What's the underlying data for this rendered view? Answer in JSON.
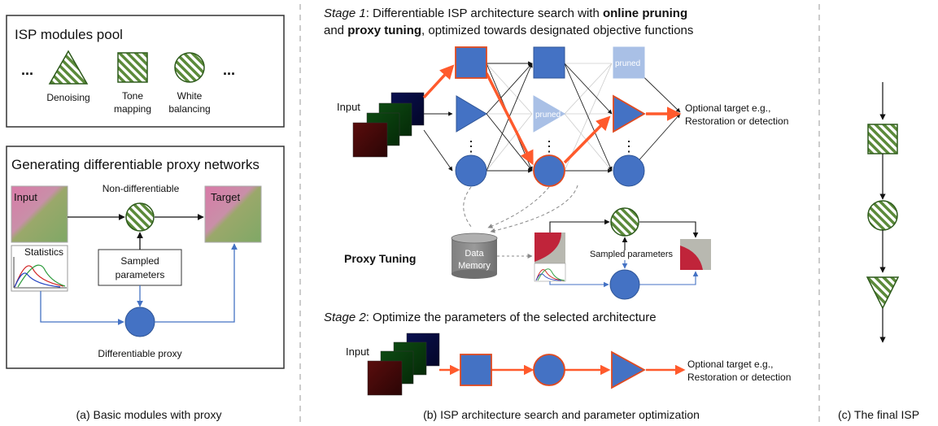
{
  "panel_a": {
    "pool": {
      "title": "ISP modules pool",
      "ellipsis_left": "...",
      "ellipsis_right": "...",
      "denoising": "Denoising",
      "tone_mapping_1": "Tone",
      "tone_mapping_2": "mapping",
      "white_balancing_1": "White",
      "white_balancing_2": "balancing"
    },
    "proxy": {
      "title": "Generating differentiable proxy networks",
      "input": "Input",
      "target": "Target",
      "non_differentiable": "Non-differentiable",
      "statistics": "Statistics",
      "sampled_1": "Sampled",
      "sampled_2": "parameters",
      "differentiable_proxy": "Differentiable proxy"
    },
    "caption": "(a) Basic modules with proxy"
  },
  "panel_b": {
    "stage1_italic": "Stage 1",
    "stage1_text": ": Differentiable ISP architecture search with ",
    "online_pruning": "online pruning",
    "stage1_and": "and ",
    "proxy_tuning_bold": "proxy tuning",
    "stage1_rest": ", optimized towards designated objective functions",
    "input": "Input",
    "pruned_1": "pruned",
    "pruned_2": "pruned",
    "vdots": "⋮",
    "target_1": "Optional target e.g.,",
    "target_2": "Restoration or detection",
    "proxy_tuning_label": "Proxy Tuning",
    "data_1": "Data",
    "data_2": "Memory",
    "sampled_parameters": "Sampled parameters",
    "stage2_italic": "Stage 2",
    "stage2_text": ": Optimize the parameters of the selected architecture",
    "input2": "Input",
    "target2_1": "Optional target e.g.,",
    "target2_2": "Restoration or detection",
    "caption": "(b) ISP architecture search and parameter optimization"
  },
  "panel_c": {
    "caption": "(c) The final ISP"
  },
  "colors": {
    "module_blue": "#4472c4",
    "selected_path": "#ff5a2c",
    "hatch_green": "#5b8a3a",
    "pruned_blue": "#a9c0e6"
  }
}
